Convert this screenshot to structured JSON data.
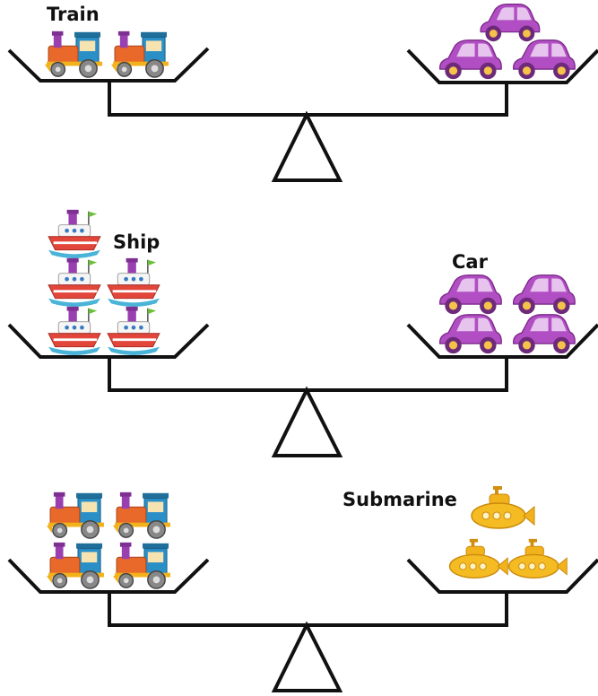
{
  "labels": {
    "train": "Train",
    "ship": "Ship",
    "car": "Car",
    "submarine": "Submarine"
  },
  "scales": [
    {
      "left": {
        "item": "train",
        "count": 2
      },
      "right": {
        "item": "car",
        "count": 3
      }
    },
    {
      "left": {
        "item": "ship",
        "count": 5
      },
      "right": {
        "item": "car",
        "count": 4
      }
    },
    {
      "left": {
        "item": "train",
        "count": 4
      },
      "right": {
        "item": "submarine",
        "count": 3
      }
    }
  ],
  "colors": {
    "line": "#111111",
    "car": "#b24ec3",
    "train_body": "#e8692a",
    "train_cab": "#2b8fc7",
    "ship_hull": "#e2463a",
    "submarine": "#f2b21c"
  }
}
